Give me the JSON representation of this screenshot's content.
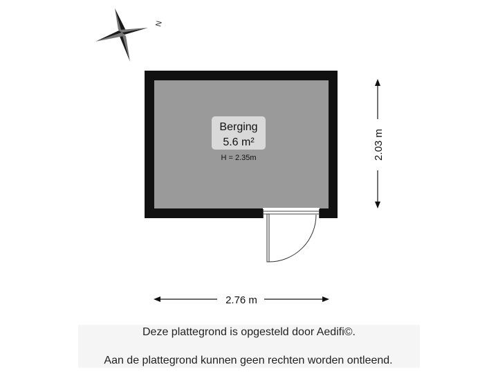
{
  "compass": {
    "north_label": "N",
    "icon": "compass-rose-icon"
  },
  "room": {
    "name": "Berging",
    "area": "5.6 m²",
    "height": "H = 2.35m"
  },
  "dimensions": {
    "width": "2.76 m",
    "depth": "2.03 m"
  },
  "colors": {
    "wall": "#111111",
    "floor": "#9a9a9a",
    "label_bg": "#d9d9d9"
  },
  "footer": {
    "line1": "Deze plattegrond is opgesteld door Aedifi©.",
    "line2": "Aan de plattegrond kunnen geen rechten worden ontleend."
  }
}
